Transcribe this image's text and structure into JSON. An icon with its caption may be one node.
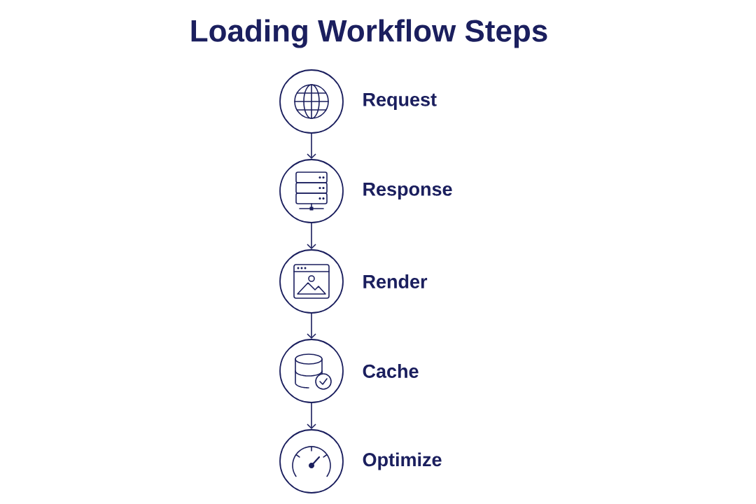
{
  "diagram": {
    "title": "Loading Workflow Steps",
    "nodes": [
      {
        "text": [
          "Request"
        ]
      },
      {
        "text": [
          "Response"
        ]
      },
      {
        "text": [
          "Render"
        ]
      },
      {
        "text": [
          "Cache"
        ]
      },
      {
        "text": [
          "Optimize"
        ]
      }
    ],
    "edges": [
      {
        "from": 0,
        "to": 1,
        "arrow": "to"
      },
      {
        "from": 1,
        "to": 2,
        "arrow": "to"
      },
      {
        "from": 2,
        "to": 3,
        "arrow": "to"
      },
      {
        "from": 3,
        "to": 4,
        "arrow": "to"
      }
    ]
  }
}
